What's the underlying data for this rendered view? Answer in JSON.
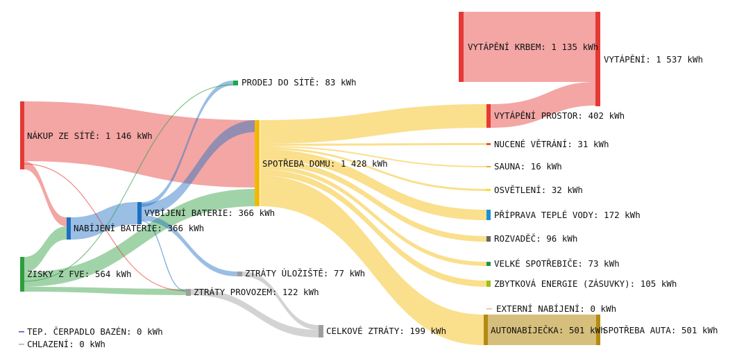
{
  "colors": {
    "grid": "#e53935",
    "battery": "#1e6fc4",
    "pv": "#2e9e3e",
    "home": "#f5b800",
    "export": "#1aa84a",
    "loss": "#9e9e9e",
    "heating": "#e53935",
    "vent": "#e8582a",
    "sauna": "#f2a33a",
    "light": "#f4e21a",
    "water": "#1b8fd8",
    "board": "#666666",
    "appliances": "#1a9a46",
    "residual": "#9fbf1a",
    "ext": "#f2b58a",
    "charger": "#b58a10",
    "pool": "#3f51b5",
    "cool": "#aaaaaa"
  },
  "nodes": {
    "grid_buy": "NÁKUP ZE SÍTĚ: 1 146 kWh",
    "pv": "ZISKY Z FVE: 564 kWh",
    "bat_charge": "NABÍJENÍ BATERIE: 366 kWh",
    "bat_discharge": "VYBÍJENÍ BATERIE: 366 kWh",
    "grid_sell": "PRODEJ DO SÍTĚ: 83 kWh",
    "home": "SPOTŘEBA DOMU: 1 428 kWh",
    "loss_storage": "ZTRÁTY ÚLOŽIŠTĚ: 77 kWh",
    "loss_op": "ZTRÁTY PROVOZEM: 122 kWh",
    "loss_total": "CELKOVÉ ZTRÁTY: 199 kWh",
    "fireplace": "VYTÁPĚNÍ KRBEM: 1 135 kWh",
    "heating": "VYTÁPĚNÍ: 1 537 kWh",
    "space_heating": "VYTÁPĚNÍ PROSTOR: 402 kWh",
    "ventilation": "NUCENÉ VĚTRÁNÍ: 31 kWh",
    "sauna": "SAUNA: 16 kWh",
    "lighting": "OSVĚTLENÍ: 32 kWh",
    "hot_water": "PŘÍPRAVA TEPLÉ VODY: 172 kWh",
    "switchboard": "ROZVADĚČ: 96 kWh",
    "appliances": "VELKÉ SPOTŘEBIČE: 73 kWh",
    "residual": "ZBYTKOVÁ ENERGIE (ZÁSUVKY): 105 kWh",
    "ext_charging": "EXTERNÍ NABÍJENÍ: 0 kWh",
    "charger": "AUTONABÍJEČKA: 501 kWh",
    "car": "SPOTŘEBA AUTA: 501 kWh",
    "pool_pump": "TEP. ČERPADLO BAZÉN: 0 kWh",
    "cooling": "CHLAZENÍ: 0 kWh"
  }
}
